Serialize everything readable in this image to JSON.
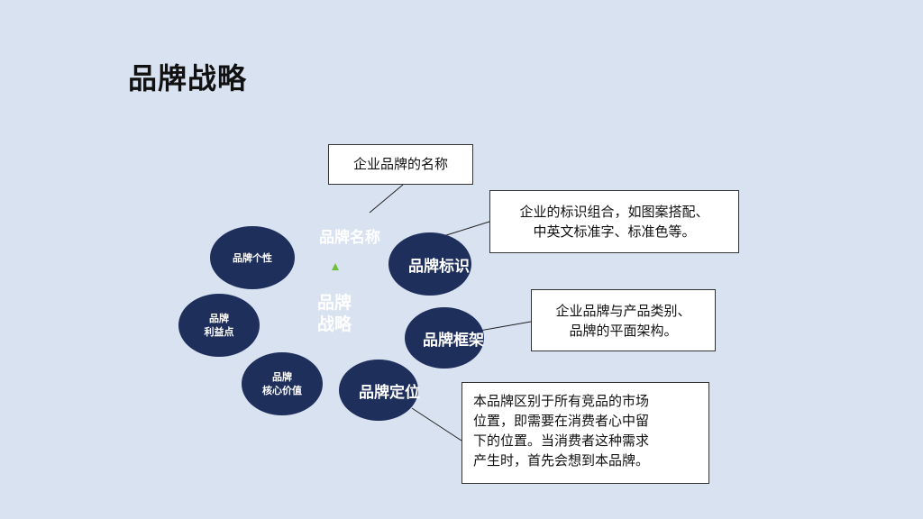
{
  "title": "品牌战略",
  "center": {
    "name": "品牌名称",
    "strategy": "品牌\n战略"
  },
  "ellipses": {
    "personality": "品牌个性",
    "benefit_line1": "品牌",
    "benefit_line2": "利益点",
    "core_line1": "品牌",
    "core_line2": "核心价值",
    "identity": "品牌标识",
    "framework": "品牌框架",
    "positioning": "品牌定位"
  },
  "callouts": {
    "name_desc": "企业品牌的名称",
    "identity_desc_line1": "企业的标识组合，如图案搭配、",
    "identity_desc_line2": "中英文标准字、标准色等。",
    "framework_desc_line1": "企业品牌与产品类别、",
    "framework_desc_line2": "品牌的平面架构。",
    "positioning_desc_line1": "本品牌区别于所有竞品的市场",
    "positioning_desc_line2": "位置，即需要在消费者心中留",
    "positioning_desc_line3": "下的位置。当消费者这种需求",
    "positioning_desc_line4": "产生时，首先会想到本品牌。"
  },
  "colors": {
    "background": "#d9e2f1",
    "ellipse": "#1f2f5c",
    "accent_triangle": "#6fbf3a"
  }
}
